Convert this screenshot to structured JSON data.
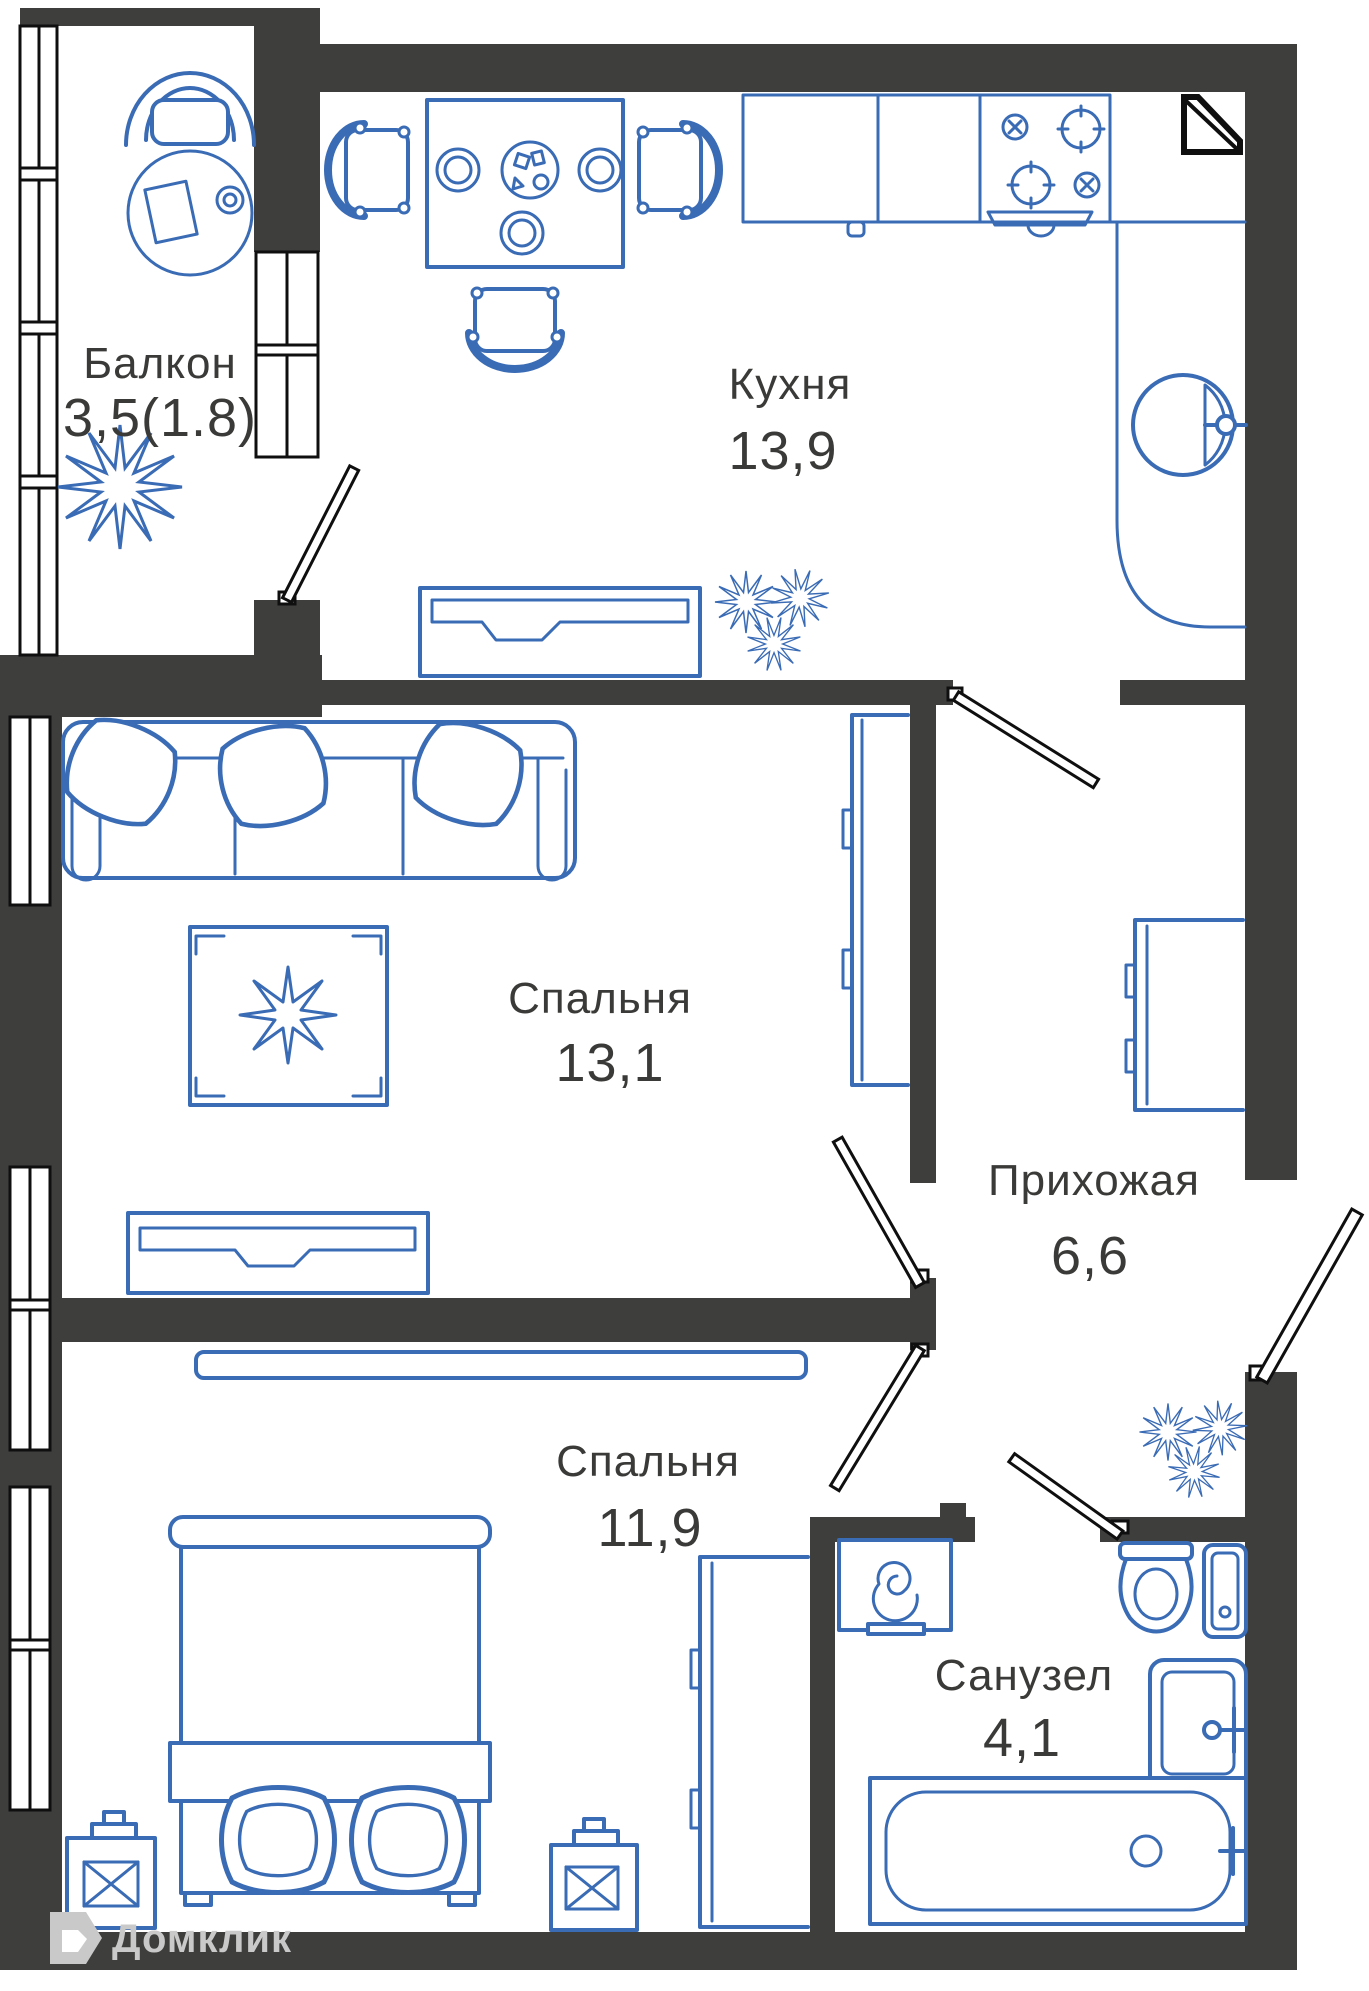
{
  "plan": {
    "type": "apartment-floor-plan",
    "rooms": [
      {
        "name": "Балкон",
        "area": "3,5(1.8)"
      },
      {
        "name": "Кухня",
        "area": "13,9"
      },
      {
        "name": "Спальня",
        "area": "13,1"
      },
      {
        "name": "Прихожая",
        "area": "6,6"
      },
      {
        "name": "Спальня",
        "area": "11,9"
      },
      {
        "name": "Санузел",
        "area": "4,1"
      }
    ],
    "watermark": {
      "text": "Домклик",
      "icon": "domclick-house-logo"
    },
    "colors": {
      "walls": "#3E3E3C",
      "furniture_outline": "#3A6BB5",
      "room_labels": "#3A3A38",
      "doors_windows_outline": "#0F0F0F",
      "watermark": "#C9C9C9",
      "background": "#FFFFFF"
    },
    "furniture": [
      {
        "room": "Балкон",
        "items": [
          "armchair",
          "round-table",
          "plant"
        ]
      },
      {
        "room": "Кухня",
        "items": [
          "dining-table",
          "three-chairs",
          "plates",
          "counter-modules",
          "cooktop-4-burners",
          "round-sink",
          "vent-shaft",
          "tv-stand",
          "plant"
        ]
      },
      {
        "room": "Спальня 13,1",
        "items": [
          "sofa-3-seat",
          "three-pillows",
          "coffee-table-star",
          "tv-stand",
          "wardrobe"
        ]
      },
      {
        "room": "Прихожая",
        "items": [
          "wardrobe",
          "plant",
          "entrance-door"
        ]
      },
      {
        "room": "Спальня 11,9",
        "items": [
          "double-bed",
          "two-pillows",
          "two-nightstands",
          "lamps",
          "shelf",
          "wardrobe"
        ]
      },
      {
        "room": "Санузел",
        "items": [
          "washing-machine",
          "toilet",
          "cabinet",
          "sink",
          "bathtub"
        ]
      }
    ]
  }
}
